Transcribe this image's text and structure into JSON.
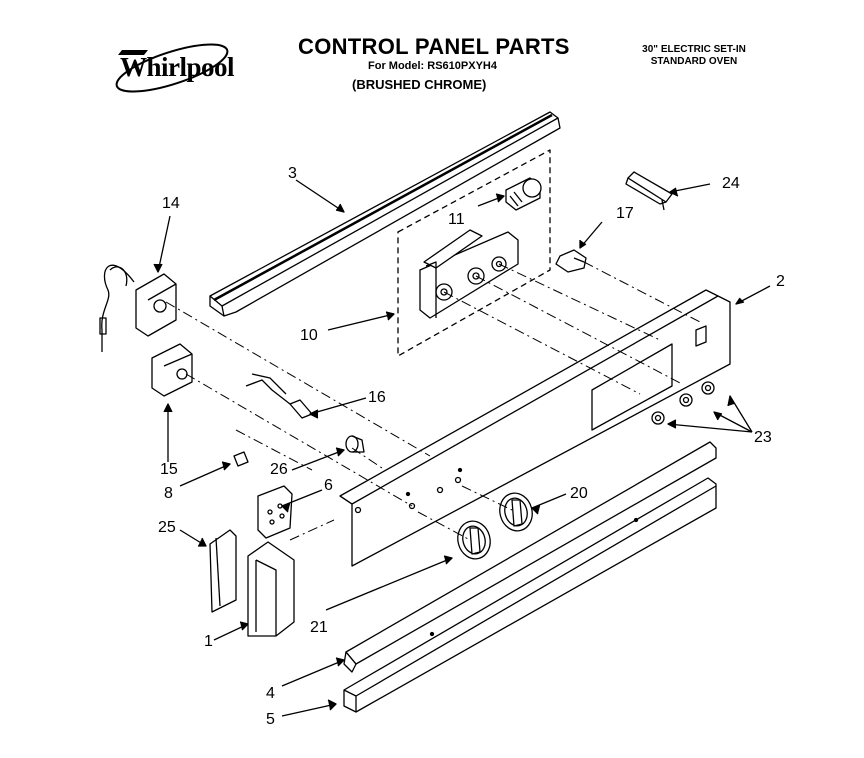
{
  "header": {
    "brand": "Whirlpool",
    "title": "CONTROL PANEL PARTS",
    "model_line": "For Model: RS610PXYH4",
    "finish": "(BRUSHED CHROME)",
    "oven_type_line1": "30\" ELECTRIC SET-IN",
    "oven_type_line2": "STANDARD  OVEN"
  },
  "callouts": {
    "p1": "1",
    "p2": "2",
    "p3": "3",
    "p4": "4",
    "p5": "5",
    "p6": "6",
    "p8": "8",
    "p10": "10",
    "p11": "11",
    "p14": "14",
    "p15": "15",
    "p16": "16",
    "p17": "17",
    "p20": "20",
    "p21": "21",
    "p23": "23",
    "p24": "24",
    "p25": "25",
    "p26": "26"
  }
}
